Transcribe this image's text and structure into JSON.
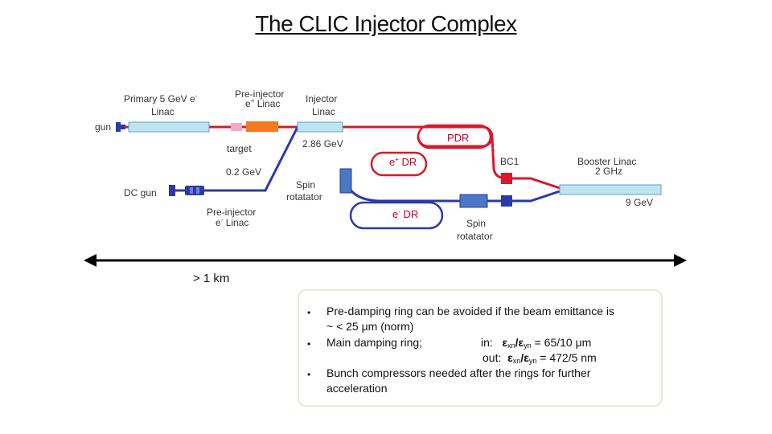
{
  "title": "The CLIC Injector Complex",
  "labels": {
    "primary_linac_1": "Primary 5 GeV e",
    "primary_linac_1_sup": "-",
    "primary_linac_2": "Linac",
    "preinj_pos_1": "Pre-injector",
    "preinj_pos_2": "e",
    "preinj_pos_2_sup": "+",
    "preinj_pos_3": "Linac",
    "injector_1": "Injector",
    "injector_2": "Linac",
    "gun": "gun",
    "target": "target",
    "energy_286": "2.86 GeV",
    "energy_02": "0.2 GeV",
    "pdr": "PDR",
    "pos_dr": "e",
    "pos_dr_sup": "+",
    "pos_dr_tail": " DR",
    "ele_dr": "e",
    "ele_dr_sup": "-",
    "ele_dr_tail": " DR",
    "bc1": "BC1",
    "booster_1": "Booster Linac",
    "booster_2": "2 GHz",
    "energy_9": "9 GeV",
    "dc_gun": "DC gun",
    "spin_1": "Spin",
    "spin_2": "rotatator",
    "spin2_1": "Spin",
    "spin2_2": "rotatator",
    "preinj_ele_1": "Pre-injector",
    "preinj_ele_2": "e",
    "preinj_ele_2_sup": "-",
    "preinj_ele_3": "Linac"
  },
  "scale": "> 1 km",
  "notes": {
    "b1_line1": "Pre-damping ring can be avoided if the beam emittance is",
    "b1_line2": "~ < 25 μm (norm)",
    "b2_text": "Main damping ring;",
    "b2_in_label": "in:",
    "b2_in_e1": "ε",
    "b2_in_s1": "xn",
    "b2_in_e2": "/ε",
    "b2_in_s2": "yn",
    "b2_in_val": " = 65/10 μm",
    "b2_out_label": "out:",
    "b2_out_e1": "ε",
    "b2_out_s1": "xn",
    "b2_out_e2": "/ε",
    "b2_out_s2": "yn",
    "b2_out_val": " = 472/5 nm",
    "b3_line1": "Bunch compressors needed after the rings for further",
    "b3_line2": "acceleration",
    "bullet": "•"
  },
  "colors": {
    "positron_line": "#d9182d",
    "electron_line": "#2b3aa8",
    "linac_fill": "#bfe3ef",
    "linac_stroke": "#5aa7c7",
    "target": "#f5a9c8",
    "preinj_linac": "#f47a20",
    "spin_block": "#4a78c2"
  }
}
